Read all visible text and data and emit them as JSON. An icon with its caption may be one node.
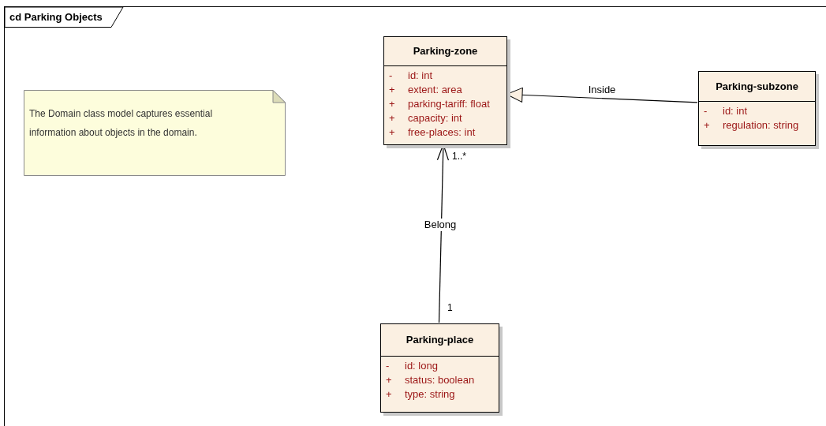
{
  "diagram": {
    "nodes": [
      {
        "text": [
          "cd Parking Objects"
        ]
      },
      {
        "text": [
          "The Domain class model captures essential information about objects in the domain."
        ],
        "in": 0
      },
      {
        "text": [
          "Parking-zone",
          "-",
          "id: int",
          "+",
          "extent: area",
          "+",
          "parking-tariff: float",
          "+",
          "capacity: int",
          "+",
          "free-places: int"
        ],
        "in": 0
      },
      {
        "text": [
          "Parking-subzone",
          "-",
          "id: int",
          "+",
          "regulation: string"
        ],
        "in": 0
      },
      {
        "text": [
          "Parking-place",
          "-",
          "id: long",
          "+",
          "status: boolean",
          "+",
          "type: string"
        ],
        "in": 0
      }
    ],
    "edges": [
      {
        "from": 3,
        "to": 2,
        "arrow": "to",
        "label": "Inside"
      },
      {
        "from": 4,
        "to": 2,
        "arrow": "to",
        "label": "Belong"
      }
    ],
    "labels": [
      "1..*",
      "1"
    ]
  }
}
